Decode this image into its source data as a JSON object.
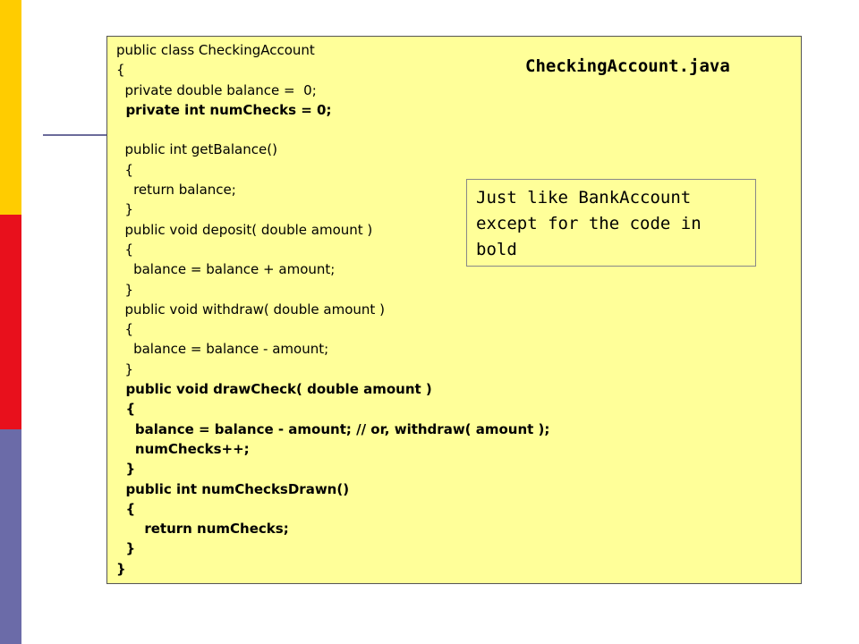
{
  "slide": {
    "file_title": "CheckingAccount.java",
    "note": [
      "Just like BankAccount",
      "except for the code in",
      "bold"
    ],
    "code": [
      {
        "text": "public class CheckingAccount",
        "bold": false
      },
      {
        "text": "{",
        "bold": false
      },
      {
        "text": "  private double balance =  0;",
        "bold": false
      },
      {
        "text": "  private int numChecks = 0;",
        "bold": true
      },
      {
        "text": "",
        "bold": false
      },
      {
        "text": "  public int getBalance()",
        "bold": false
      },
      {
        "text": "  {",
        "bold": false
      },
      {
        "text": "    return balance;",
        "bold": false
      },
      {
        "text": "  }",
        "bold": false
      },
      {
        "text": "  public void deposit( double amount )",
        "bold": false
      },
      {
        "text": "  {",
        "bold": false
      },
      {
        "text": "    balance = balance + amount;",
        "bold": false
      },
      {
        "text": "  }",
        "bold": false
      },
      {
        "text": "  public void withdraw( double amount )",
        "bold": false
      },
      {
        "text": "  {",
        "bold": false
      },
      {
        "text": "    balance = balance - amount;",
        "bold": false
      },
      {
        "text": "  }",
        "bold": false
      },
      {
        "text": "  public void drawCheck( double amount )",
        "bold": true
      },
      {
        "text": "  {",
        "bold": true
      },
      {
        "text": "    balance = balance - amount; // or, withdraw( amount );",
        "bold": true
      },
      {
        "text": "    numChecks++;",
        "bold": true
      },
      {
        "text": "  }",
        "bold": true
      },
      {
        "text": "  public int numChecksDrawn()",
        "bold": true
      },
      {
        "text": "  {",
        "bold": true
      },
      {
        "text": "      return numChecks;",
        "bold": true
      },
      {
        "text": "  }",
        "bold": true
      },
      {
        "text": "}",
        "bold": true
      }
    ],
    "colors": {
      "bar_top": "#ffcc00",
      "bar_middle": "#e8101c",
      "bar_bottom": "#6b6ba8",
      "box_fill": "#ffff99"
    }
  }
}
